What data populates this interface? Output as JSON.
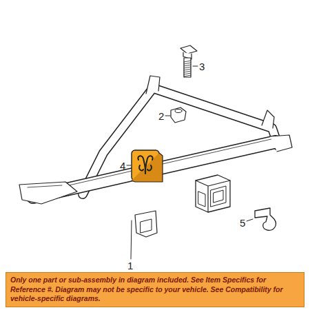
{
  "diagram": {
    "nodes": [
      {
        "text": [
          "Only one part or sub-assembly in diagram included. See Item Specifics for Reference #. Diagram may not be specific to your vehicle. See Compatibility for vehicle-specific diagrams."
        ]
      }
    ],
    "labels": [
      "3",
      "2",
      "4",
      "5",
      "1"
    ]
  }
}
